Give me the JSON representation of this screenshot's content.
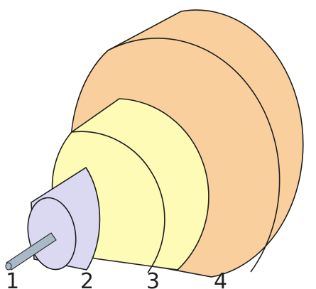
{
  "labels": [
    "1",
    "2",
    "3",
    "4"
  ],
  "colors": {
    "layer_4_jacket": "#f9cf9d",
    "layer_3_buffer": "#fdfbb6",
    "layer_2_cladding": "#dbd9f2",
    "layer_1_core": "#a9b9c8",
    "outline": "#1e1e1e"
  }
}
